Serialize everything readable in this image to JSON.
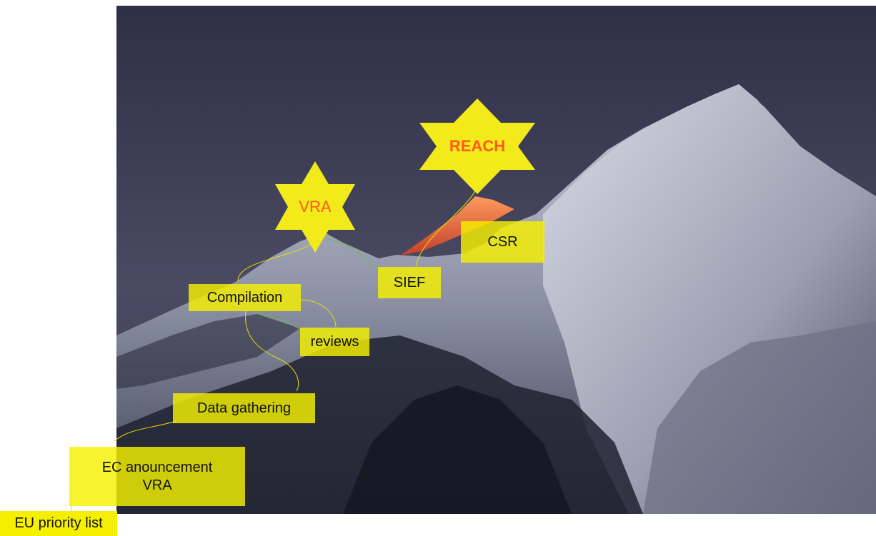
{
  "labels": {
    "eu_priority_list": "EU priority list",
    "ec_announcement_line1": "EC anouncement",
    "ec_announcement_line2": "VRA",
    "data_gathering": "Data gathering",
    "compilation": "Compilation",
    "reviews": "reviews",
    "sief": "SIEF",
    "csr": "CSR"
  },
  "stars": {
    "vra": "VRA",
    "reach": "REACH"
  },
  "colors": {
    "label_yellow": "#f5f000",
    "star_yellow": "#f2ea1a",
    "star_text": "#ff5a1f",
    "connector_yellow": "#e8e000",
    "connector_green": "#6fb84a",
    "sky": "#3d3f55"
  }
}
